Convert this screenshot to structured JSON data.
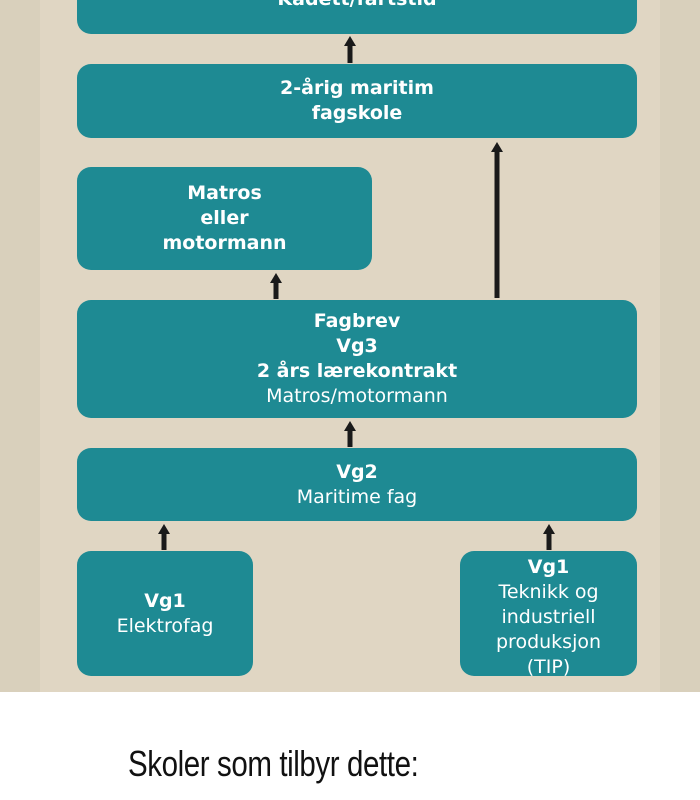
{
  "colors": {
    "box": "#1e8a93",
    "panel": "#e0d6c3",
    "arrow": "#1a1a1a"
  },
  "diagram": {
    "kadett": {
      "line1": "Kadett/fartstid"
    },
    "fagskole": {
      "line1": "2-årig maritim",
      "line2": "fagskole"
    },
    "matros": {
      "line1": "Matros",
      "line2": "eller",
      "line3": "motormann"
    },
    "fagbrev": {
      "line1": "Fagbrev",
      "line2": "Vg3",
      "line3": "2 års lærekontrakt",
      "line4": "Matros/motormann"
    },
    "vg2": {
      "line1": "Vg2",
      "line2": "Maritime fag"
    },
    "vg1_elektro": {
      "line1": "Vg1",
      "line2": "Elektrofag"
    },
    "vg1_tip": {
      "line1": "Vg1",
      "line2": "Teknikk og",
      "line3": "industriell",
      "line4": "produksjon",
      "line5": "(TIP)"
    }
  },
  "footer": {
    "title": "Skoler som tilbyr dette:"
  }
}
